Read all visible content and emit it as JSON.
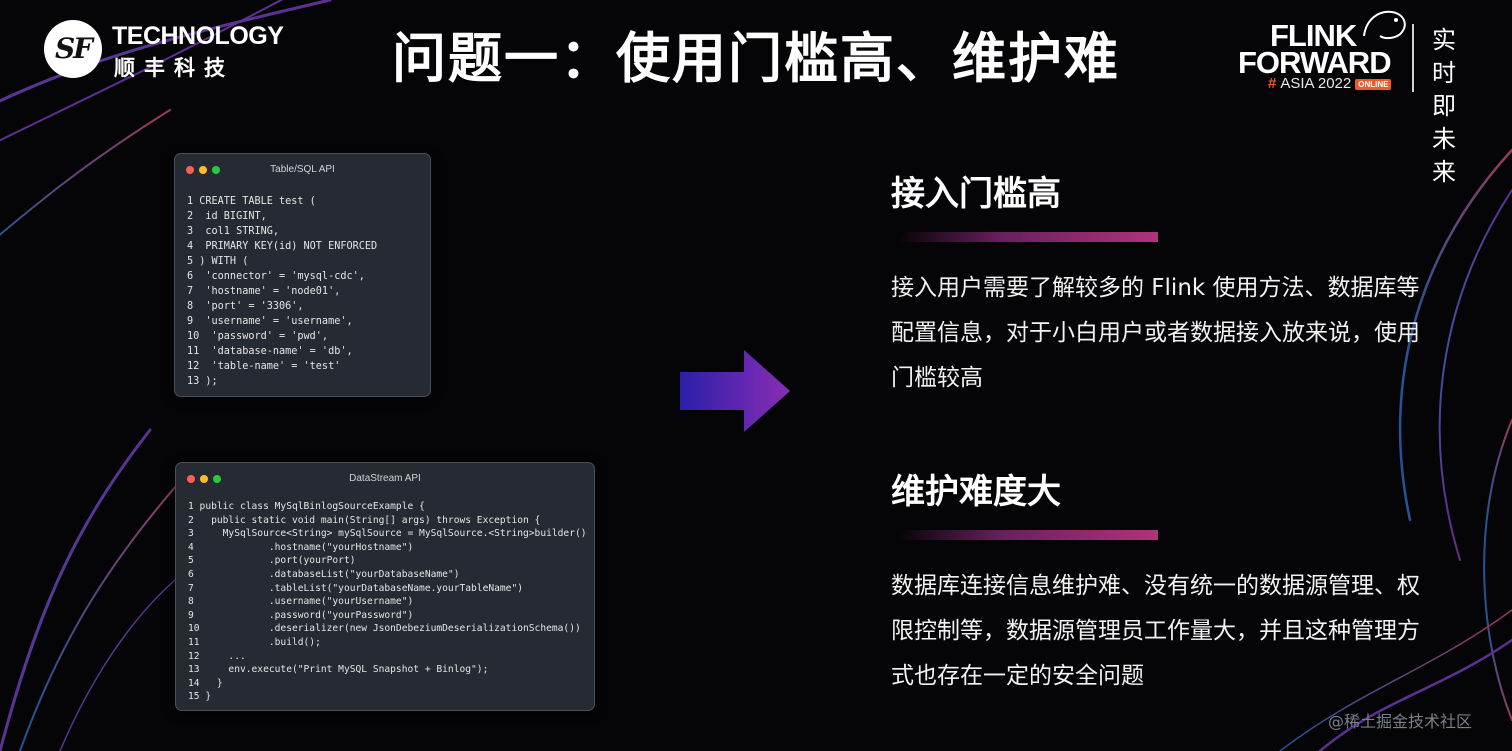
{
  "header": {
    "title": "问题一：使用门槛高、维护难",
    "left_logo": {
      "mark": "SF",
      "english": "TECHNOLOGY",
      "chinese": "顺丰科技"
    },
    "right_logo": {
      "line1": "FLINK",
      "line2": "FORWARD",
      "hash": "#",
      "edition": "ASIA 2022",
      "badge": "ONLINE",
      "chinese": "实时即未来"
    }
  },
  "panels": {
    "sql": {
      "title": "Table/SQL API",
      "lines": [
        "1 CREATE TABLE test (",
        "2  id BIGINT,",
        "3  col1 STRING,",
        "4  PRIMARY KEY(id) NOT ENFORCED",
        "5 ) WITH (",
        "6  'connector' = 'mysql-cdc',",
        "7  'hostname' = 'node01',",
        "8  'port' = '3306',",
        "9  'username' = 'username',",
        "10  'password' = 'pwd',",
        "11  'database-name' = 'db',",
        "12  'table-name' = 'test'",
        "13 );"
      ]
    },
    "datastream": {
      "title": "DataStream API",
      "lines": [
        "1 public class MySqlBinlogSourceExample {",
        "2   public static void main(String[] args) throws Exception {",
        "3     MySqlSource<String> mySqlSource = MySqlSource.<String>builder()",
        "4             .hostname(\"yourHostname\")",
        "5             .port(yourPort)",
        "6             .databaseList(\"yourDatabaseName\")",
        "7             .tableList(\"yourDatabaseName.yourTableName\")",
        "8             .username(\"yourUsername\")",
        "9             .password(\"yourPassword\")",
        "10            .deserializer(new JsonDebeziumDeserializationSchema())",
        "11            .build();",
        "12     ...",
        "13     env.execute(\"Print MySQL Snapshot + Binlog\");",
        "14   }",
        "15 }"
      ]
    }
  },
  "sections": [
    {
      "heading": "接入门槛高",
      "body": "接入用户需要了解较多的 Flink 使用方法、数据库等配置信息，对于小白用户或者数据接入放来说，使用门槛较高"
    },
    {
      "heading": "维护难度大",
      "body": "数据库连接信息维护难、没有统一的数据源管理、权限控制等，数据源管理员工作量大，并且这种管理方式也存在一定的安全问题"
    }
  ],
  "watermark": "@稀土掘金技术社区",
  "colors": {
    "background": "#050507",
    "accent_pink": "#b0337a",
    "arrow_start": "#2a1fa8",
    "arrow_end": "#8a2db5",
    "code_bg": "#252a33",
    "flink_orange": "#f05a28"
  }
}
